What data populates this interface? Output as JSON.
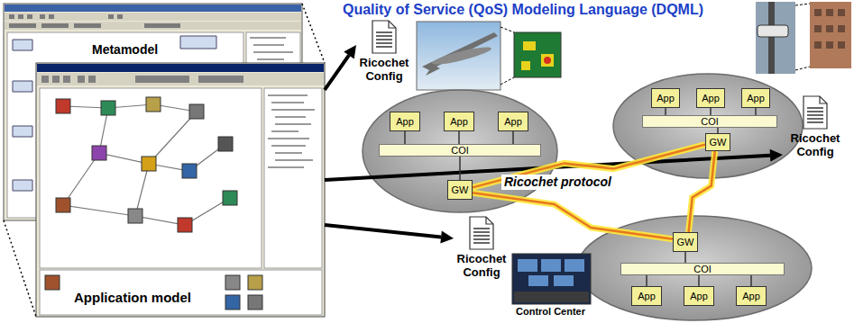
{
  "diagram": {
    "title": "Quality of Service (QoS) Modeling Language (DQML)",
    "nodes": [
      {
        "text": [
          "Metamodel"
        ]
      },
      {
        "text": [
          "Application model"
        ]
      },
      {
        "text": [
          "Ricochet Config"
        ]
      },
      {
        "text": [
          "App"
        ]
      },
      {
        "text": [
          "App"
        ]
      },
      {
        "text": [
          "App"
        ]
      },
      {
        "text": [
          "COI"
        ]
      },
      {
        "text": [
          "GW"
        ]
      },
      {
        "text": [
          "App"
        ]
      },
      {
        "text": [
          "App"
        ]
      },
      {
        "text": [
          "App"
        ]
      },
      {
        "text": [
          "COI"
        ]
      },
      {
        "text": [
          "GW"
        ]
      },
      {
        "text": [
          "Ricochet Config"
        ]
      },
      {
        "text": [
          "Ricochet Config"
        ]
      },
      {
        "text": [
          "GW"
        ]
      },
      {
        "text": [
          "COI"
        ]
      },
      {
        "text": [
          "App"
        ]
      },
      {
        "text": [
          "App"
        ]
      },
      {
        "text": [
          "App"
        ]
      }
    ],
    "edges": [
      {
        "from": 1,
        "to": 2,
        "arrow": "to"
      },
      {
        "from": 1,
        "to": 13,
        "arrow": "to"
      },
      {
        "from": 1,
        "to": 14,
        "arrow": "to"
      },
      {
        "from": 3,
        "to": 6,
        "arrow": "none"
      },
      {
        "from": 4,
        "to": 6,
        "arrow": "none"
      },
      {
        "from": 5,
        "to": 6,
        "arrow": "none"
      },
      {
        "from": 6,
        "to": 7,
        "arrow": "none"
      },
      {
        "from": 8,
        "to": 11,
        "arrow": "none"
      },
      {
        "from": 9,
        "to": 11,
        "arrow": "none"
      },
      {
        "from": 10,
        "to": 11,
        "arrow": "none"
      },
      {
        "from": 11,
        "to": 12,
        "arrow": "none"
      },
      {
        "from": 15,
        "to": 16,
        "arrow": "none"
      },
      {
        "from": 16,
        "to": 17,
        "arrow": "none"
      },
      {
        "from": 16,
        "to": 18,
        "arrow": "none"
      },
      {
        "from": 16,
        "to": 19,
        "arrow": "none"
      },
      {
        "from": 7,
        "to": 12,
        "label": "Ricochet protocol",
        "arrow": "none"
      },
      {
        "from": 7,
        "to": 15,
        "arrow": "none"
      },
      {
        "from": 12,
        "to": 15,
        "arrow": "none"
      }
    ],
    "labels": [
      "Control Center"
    ]
  }
}
